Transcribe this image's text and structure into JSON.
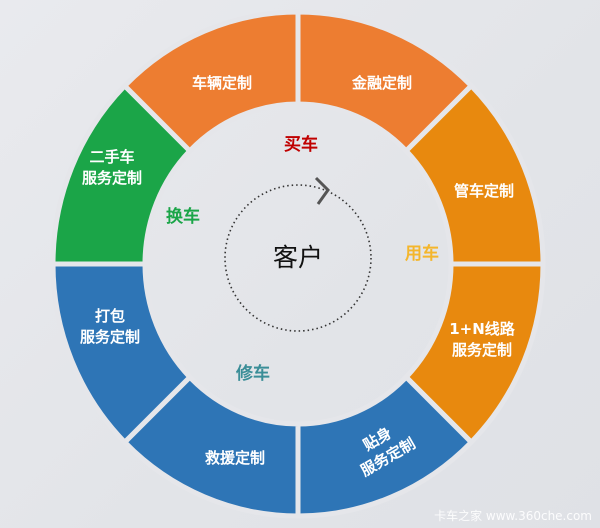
{
  "colors": {
    "orange": "#ED7D31",
    "amber": "#E8890E",
    "blue": "#2E75B6",
    "green": "#1BA548",
    "gap": "#e5e6ea"
  },
  "center": {
    "label": "客户"
  },
  "stages": [
    {
      "label": "买车",
      "color": "#C00000"
    },
    {
      "label": "用车",
      "color": "#F4B62C"
    },
    {
      "label": "修车",
      "color": "#3B8E98"
    },
    {
      "label": "换车",
      "color": "#1BA548"
    }
  ],
  "segments": [
    {
      "lines": [
        "金融定制"
      ],
      "color": "orange"
    },
    {
      "lines": [
        "管车定制"
      ],
      "color": "amber"
    },
    {
      "lines": [
        "1+N线路",
        "服务定制"
      ],
      "color": "amber"
    },
    {
      "lines": [
        "贴身",
        "服务定制"
      ],
      "color": "blue"
    },
    {
      "lines": [
        "救援定制"
      ],
      "color": "blue"
    },
    {
      "lines": [
        "打包",
        "服务定制"
      ],
      "color": "blue"
    },
    {
      "lines": [
        "二手车",
        "服务定制"
      ],
      "color": "green"
    },
    {
      "lines": [
        "车辆定制"
      ],
      "color": "orange"
    }
  ],
  "watermark": "卡车之家 www.360che.com"
}
